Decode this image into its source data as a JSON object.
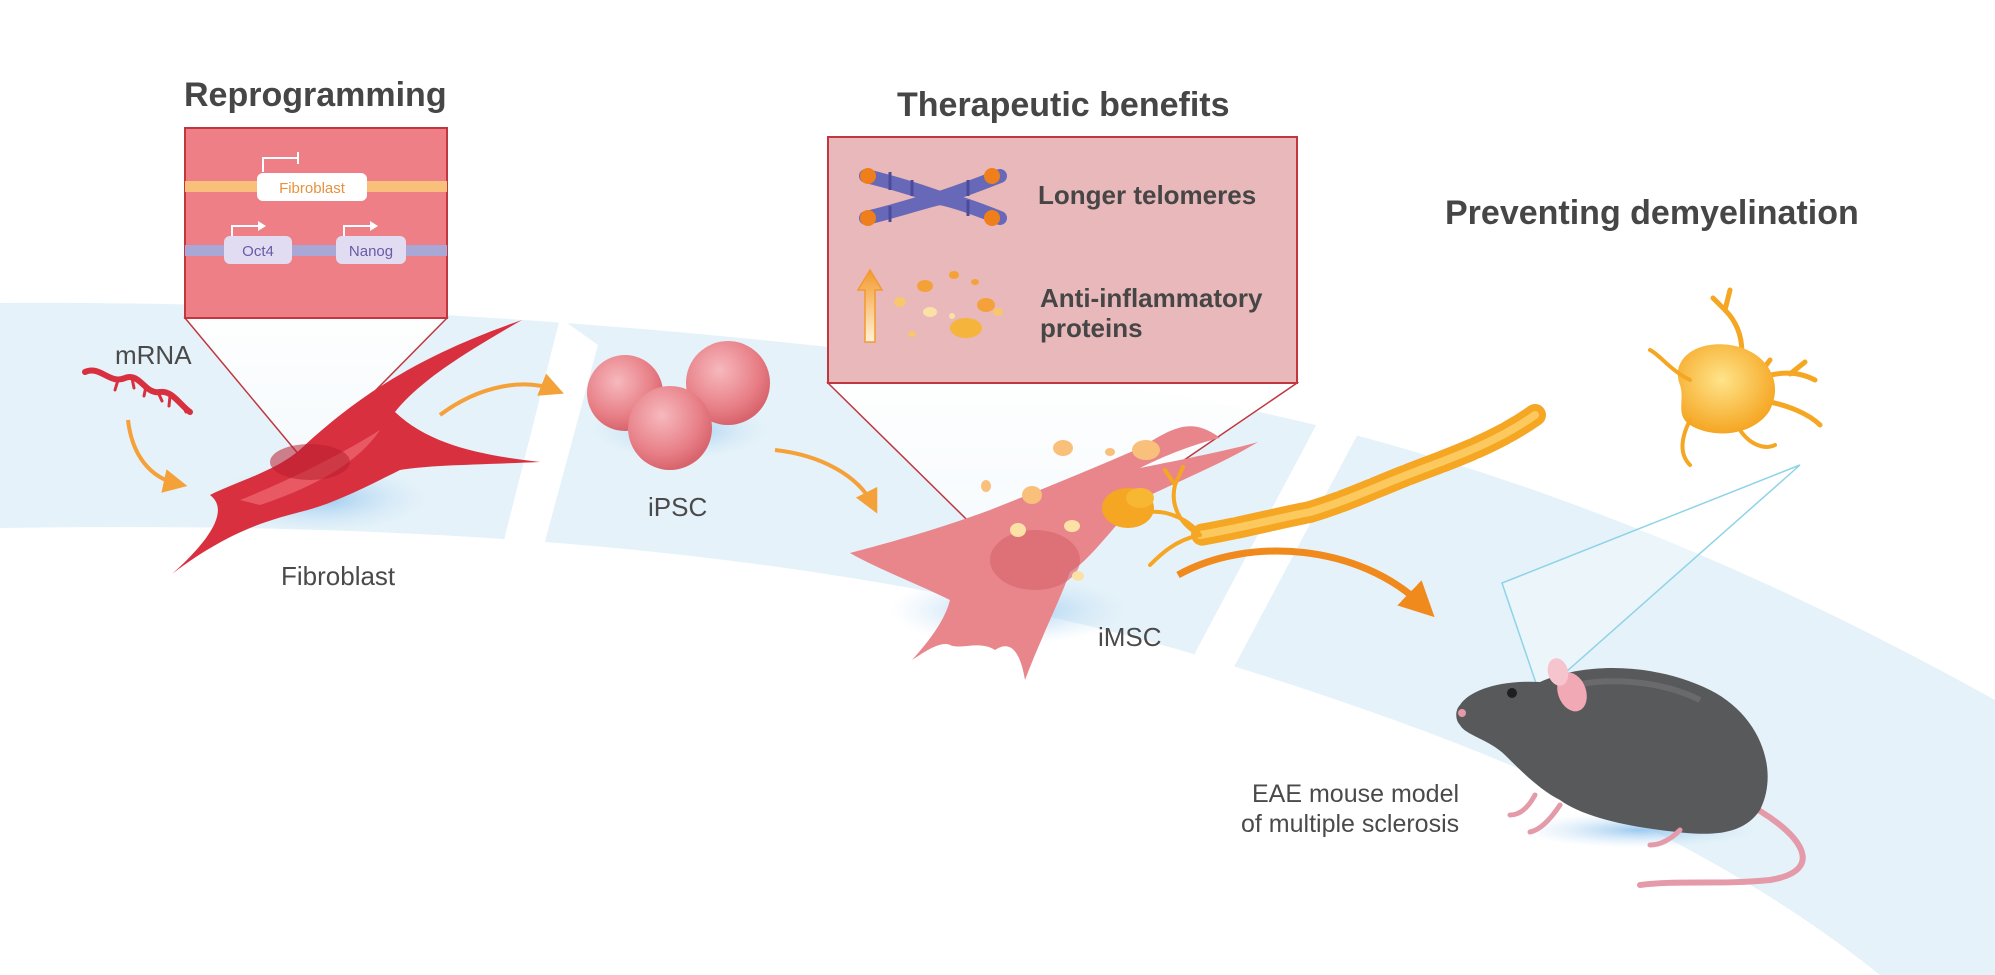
{
  "stages": {
    "reprogramming": {
      "title": "Reprogramming",
      "genes": {
        "top": "Fibroblast",
        "left": "Oct4",
        "right": "Nanog"
      }
    },
    "therapeutic": {
      "title": "Therapeutic benefits",
      "benefit1": "Longer telomeres",
      "benefit2_line1": "Anti-inflammatory",
      "benefit2_line2": "proteins"
    },
    "preventing": {
      "title": "Preventing demyelination"
    }
  },
  "labels": {
    "mrna": "mRNA",
    "fibroblast": "Fibroblast",
    "ipsc": "iPSC",
    "imsc": "iMSC",
    "mouse_line1": "EAE mouse model",
    "mouse_line2": "of multiple sclerosis"
  },
  "colors": {
    "band": "#e4f2f9",
    "cell_red": "#d9303f",
    "cell_pink": "#e8868c",
    "box_red": "#ee7f86",
    "box_pink": "#e9b8ba",
    "arrow_orange": "#f5a13a",
    "neuron_yellow": "#f7b733",
    "mouse_gray": "#58595b"
  }
}
